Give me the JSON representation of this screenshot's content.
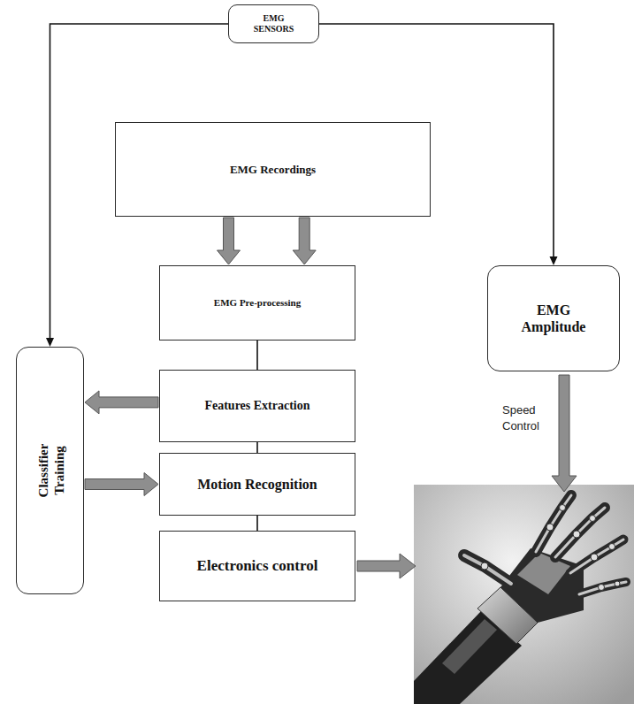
{
  "diagram": {
    "nodes": [
      {
        "text": [
          "EMG SENSORS"
        ]
      },
      {
        "text": [
          "EMG Recordings"
        ]
      },
      {
        "text": [
          "EMG Pre-processing"
        ]
      },
      {
        "text": [
          "EMG Amplitude"
        ]
      },
      {
        "text": [
          "Classifier Training"
        ]
      },
      {
        "text": [
          "Features Extraction"
        ]
      },
      {
        "text": [
          "Motion Recognition"
        ]
      },
      {
        "text": [
          "Electronics control"
        ]
      }
    ],
    "edges": [
      {
        "from": 0,
        "to": 4,
        "arrow": "to"
      },
      {
        "from": 0,
        "to": 3,
        "arrow": "to"
      },
      {
        "from": 1,
        "to": 2,
        "arrow": "to"
      },
      {
        "from": 1,
        "to": 2,
        "arrow": "to"
      },
      {
        "from": 2,
        "to": 5,
        "arrow": "none"
      },
      {
        "from": 5,
        "to": 4,
        "arrow": "to"
      },
      {
        "from": 4,
        "to": 6,
        "arrow": "to"
      },
      {
        "from": 5,
        "to": 6,
        "arrow": "none"
      },
      {
        "from": 6,
        "to": 7,
        "arrow": "none"
      }
    ],
    "labels": [
      "Speed Control"
    ]
  }
}
